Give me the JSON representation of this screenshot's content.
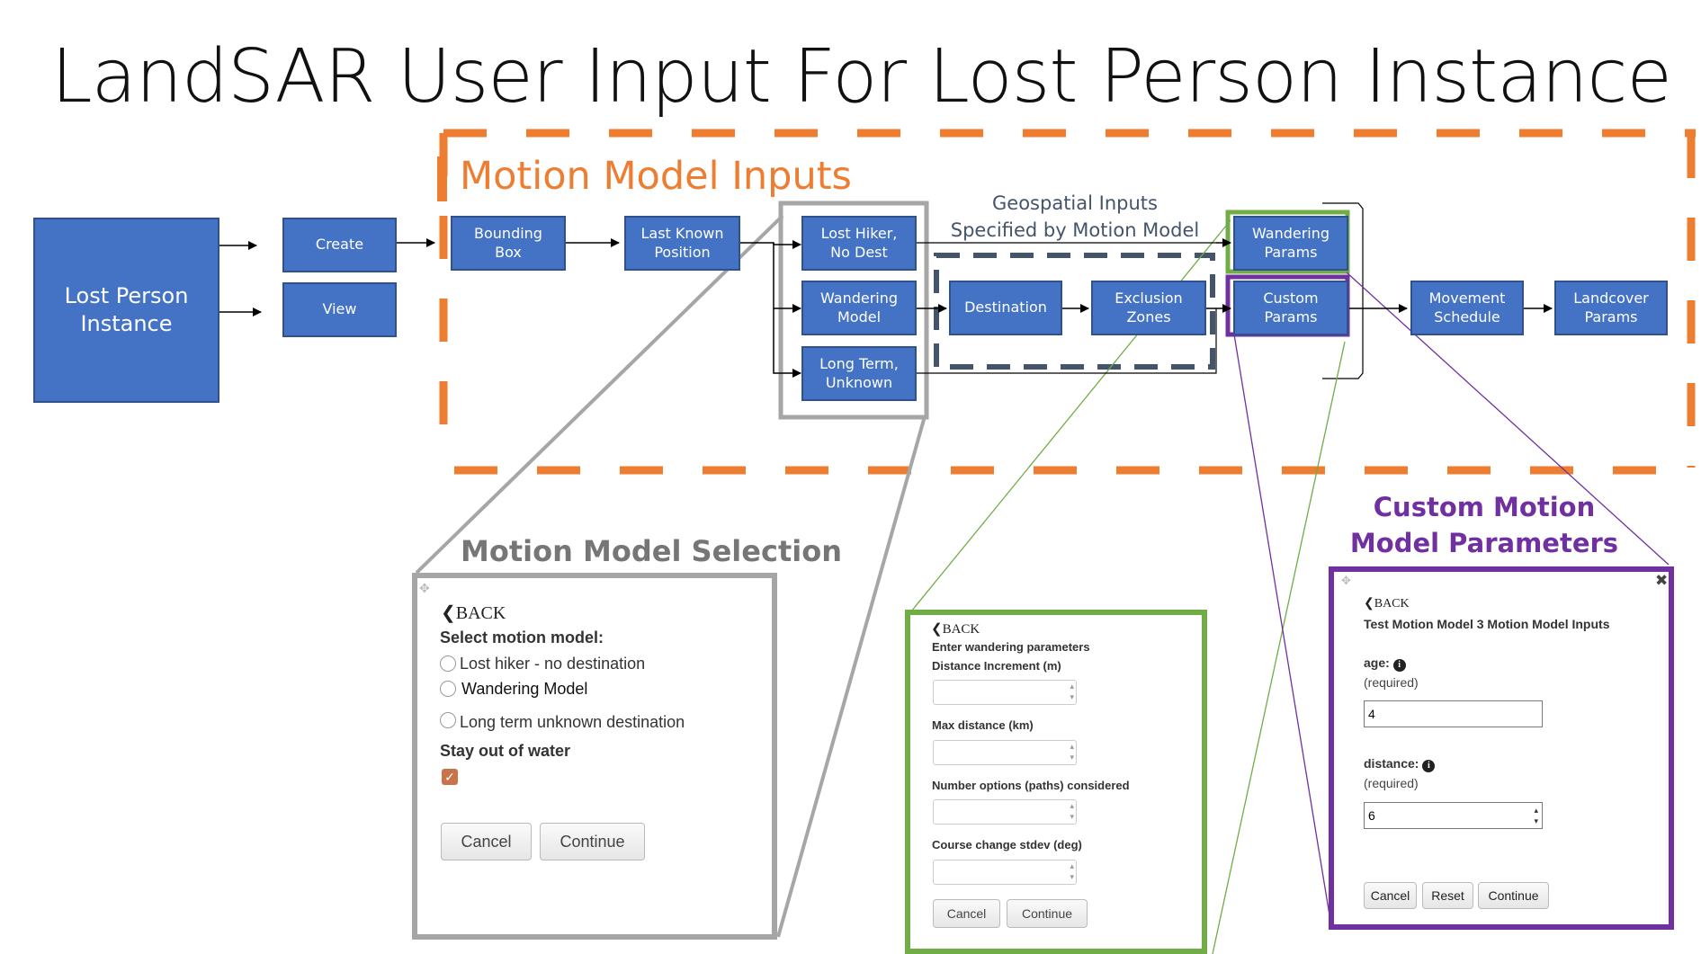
{
  "title": "LandSAR User Input For Lost Person Instance",
  "colors": {
    "box_fill": "#4472c4",
    "box_border": "#2f528f",
    "orange": "#ed7d31",
    "gray": "#a6a6a6",
    "green": "#70ad47",
    "purple": "#7030a0",
    "navy": "#44546a"
  },
  "flow": {
    "lost_person": "Lost Person\nInstance",
    "create": "Create",
    "view": "View",
    "bounding_box": "Bounding\nBox",
    "last_known": "Last Known\nPosition",
    "lost_hiker": "Lost Hiker,\nNo Dest",
    "wandering_model": "Wandering\nModel",
    "long_term": "Long Term,\nUnknown",
    "destination": "Destination",
    "exclusion": "Exclusion\nZones",
    "wandering_params": "Wandering\nParams",
    "custom_params": "Custom\nParams",
    "movement": "Movement\nSchedule",
    "landcover": "Landcover\nParams"
  },
  "labels": {
    "motion_inputs": "Motion Model Inputs",
    "geo_line1": "Geospatial Inputs",
    "geo_line2": "Specified by Motion Model",
    "selection_title": "Motion Model Selection",
    "custom_title_line1": "Custom Motion",
    "custom_title_line2": "Model Parameters"
  },
  "selection_panel": {
    "back": "BACK",
    "heading": "Select motion model:",
    "options": [
      "Lost hiker - no destination",
      "Wandering Model",
      "Long term unknown destination"
    ],
    "water_label": "Stay out of water",
    "water_checked": true,
    "cancel": "Cancel",
    "continue": "Continue"
  },
  "wandering_panel": {
    "back": "BACK",
    "heading": "Enter wandering parameters",
    "fields": [
      "Distance Increment (m)",
      "Max distance (km)",
      "Number options (paths) considered",
      "Course change stdev (deg)"
    ],
    "cancel": "Cancel",
    "continue": "Continue"
  },
  "custom_panel": {
    "back": "BACK",
    "heading": "Test Motion Model 3 Motion Model Inputs",
    "age_label": "age:",
    "age_required": "(required)",
    "age_value": "4",
    "distance_label": "distance:",
    "distance_required": "(required)",
    "distance_value": "6",
    "cancel": "Cancel",
    "reset": "Reset",
    "continue": "Continue"
  }
}
